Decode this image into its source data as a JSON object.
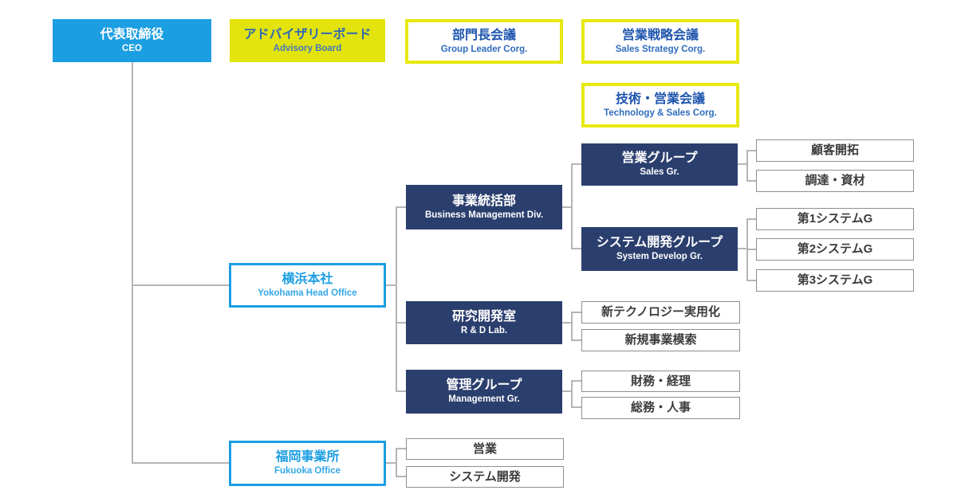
{
  "chart_title": "",
  "palette": {
    "blue": "#1b9ee2",
    "yellow": "#e3e30d",
    "navy": "#2b3f6e",
    "plain_border": "#8f8f8f",
    "connector": "#b5b5b5",
    "text_blue": "#1e55ae",
    "text_dark": "#3c3c3c"
  },
  "nodes": {
    "ceo": {
      "ja": "代表取締役",
      "en": "CEO"
    },
    "advisory": {
      "ja": "アドバイザリーボード",
      "en": "Advisory Board"
    },
    "group_leader_meeting": {
      "ja": "部門長会議",
      "en": "Group Leader Corg."
    },
    "sales_strategy_meeting": {
      "ja": "営業戦略会議",
      "en": "Sales Strategy Corg."
    },
    "tech_sales_meeting": {
      "ja": "技術・営業会議",
      "en": "Technology & Sales Corg."
    },
    "yokohama": {
      "ja": "横浜本社",
      "en": "Yokohama Head Office"
    },
    "fukuoka": {
      "ja": "福岡事業所",
      "en": "Fukuoka Office"
    },
    "business_mgmt": {
      "ja": "事業統括部",
      "en": "Business Management Div."
    },
    "sales_group": {
      "ja": "営業グループ",
      "en": "Sales Gr."
    },
    "system_dev_group": {
      "ja": "システム開発グループ",
      "en": "System Develop Gr."
    },
    "rnd_lab": {
      "ja": "研究開発室",
      "en": "R & D Lab."
    },
    "management_group": {
      "ja": "管理グループ",
      "en": "Management Gr."
    },
    "customer_dev": {
      "ja": "顧客開拓"
    },
    "procurement": {
      "ja": "調達・資材"
    },
    "system1": {
      "ja": "第1システムG"
    },
    "system2": {
      "ja": "第2システムG"
    },
    "system3": {
      "ja": "第3システムG"
    },
    "new_tech": {
      "ja": "新テクノロジー実用化"
    },
    "new_business": {
      "ja": "新規事業模索"
    },
    "finance": {
      "ja": "財務・経理"
    },
    "general_affairs": {
      "ja": "総務・人事"
    },
    "fukuoka_sales": {
      "ja": "営業"
    },
    "fukuoka_sysdev": {
      "ja": "システム開発"
    }
  },
  "edges": [
    [
      "ceo",
      "yokohama"
    ],
    [
      "ceo",
      "fukuoka"
    ],
    [
      "yokohama",
      "business_mgmt"
    ],
    [
      "yokohama",
      "rnd_lab"
    ],
    [
      "yokohama",
      "management_group"
    ],
    [
      "business_mgmt",
      "sales_group"
    ],
    [
      "business_mgmt",
      "system_dev_group"
    ],
    [
      "sales_group",
      "customer_dev"
    ],
    [
      "sales_group",
      "procurement"
    ],
    [
      "system_dev_group",
      "system1"
    ],
    [
      "system_dev_group",
      "system2"
    ],
    [
      "system_dev_group",
      "system3"
    ],
    [
      "rnd_lab",
      "new_tech"
    ],
    [
      "rnd_lab",
      "new_business"
    ],
    [
      "management_group",
      "finance"
    ],
    [
      "management_group",
      "general_affairs"
    ],
    [
      "fukuoka",
      "fukuoka_sales"
    ],
    [
      "fukuoka",
      "fukuoka_sysdev"
    ]
  ]
}
